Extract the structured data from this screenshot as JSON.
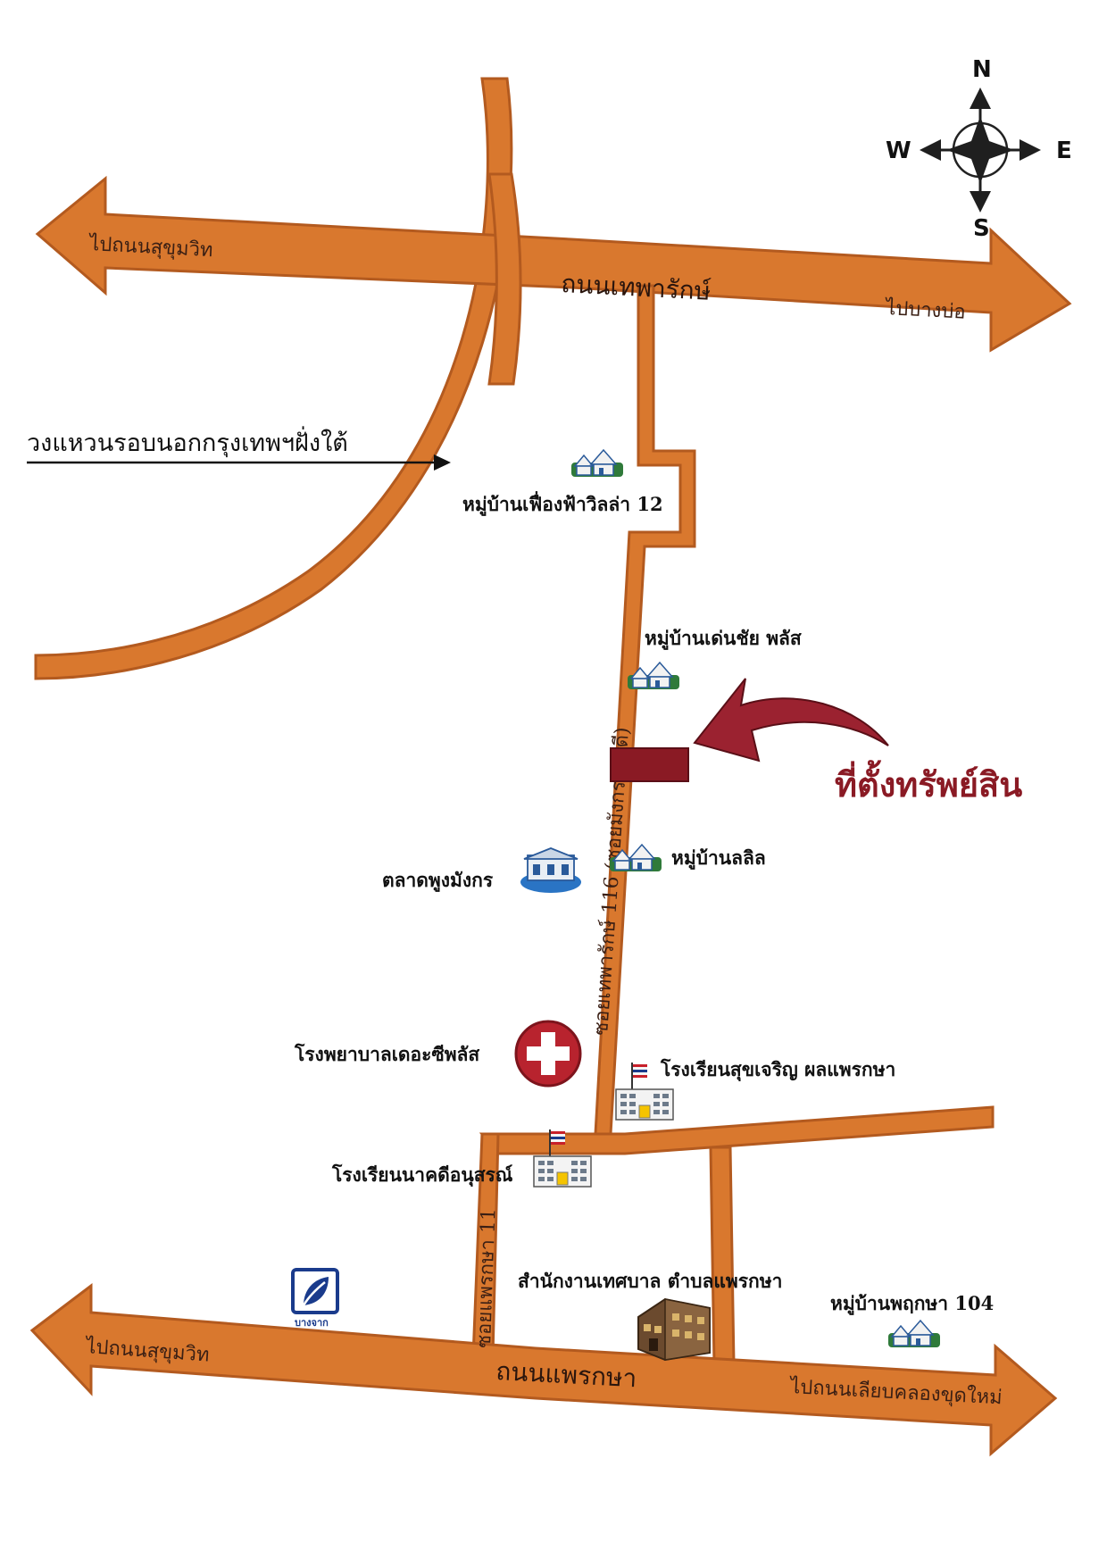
{
  "compass": {
    "n": "N",
    "s": "S",
    "e": "E",
    "w": "W"
  },
  "roads": {
    "thepharak_road": "ถนนเทพารักษ์",
    "to_sukhumvit_top": "ไปถนนสุขุมวิท",
    "to_bang_bo": "ไปบางบ่อ",
    "phraeksa_road": "ถนนแพรกษา",
    "to_sukhumvit_bottom": "ไปถนนสุขุมวิท",
    "to_bypass_road": "ไปถนนเลียบคลองขุดใหม่",
    "soi_main": "ซอยเทพารักษ์ 116 (ซอยมังกร-ขันดี)",
    "soi_phraeksa": "ซอยแพรกษา 11"
  },
  "ring_road_label": "วงแหวนรอบนอกกรุงเทพฯฝั่งใต้",
  "target_label": "ที่ตั้งทรัพย์สิน",
  "places": {
    "village_fueangfa": "หมู่บ้านเฟื่องฟ้าวิลล่า 12",
    "village_denchai": "หมู่บ้านเด่นชัย พลัส",
    "village_lalin": "หมู่บ้านลลิล",
    "market": "ตลาดพูงมังกร",
    "hospital": "โรงพยาบาลเดอะซีพลัส",
    "school_sukcharoen": "โรงเรียนสุขเจริญ ผลแพรกษา",
    "school_nakdi": "โรงเรียนนาคดีอนุสรณ์",
    "municipal_office": "สำนักงานเทศบาล ตำบลแพรกษา",
    "village_phruksa": "หมู่บ้านพฤกษา 104",
    "bangchak_logo": "บางจาก"
  },
  "colors": {
    "road_fill": "#d9782e",
    "road_stroke": "#b35a1f",
    "target_fill": "#8a1a24",
    "arrow_fill": "#9b2230",
    "hospital_red": "#b8232e",
    "logo_blue": "#1a3b8c"
  }
}
